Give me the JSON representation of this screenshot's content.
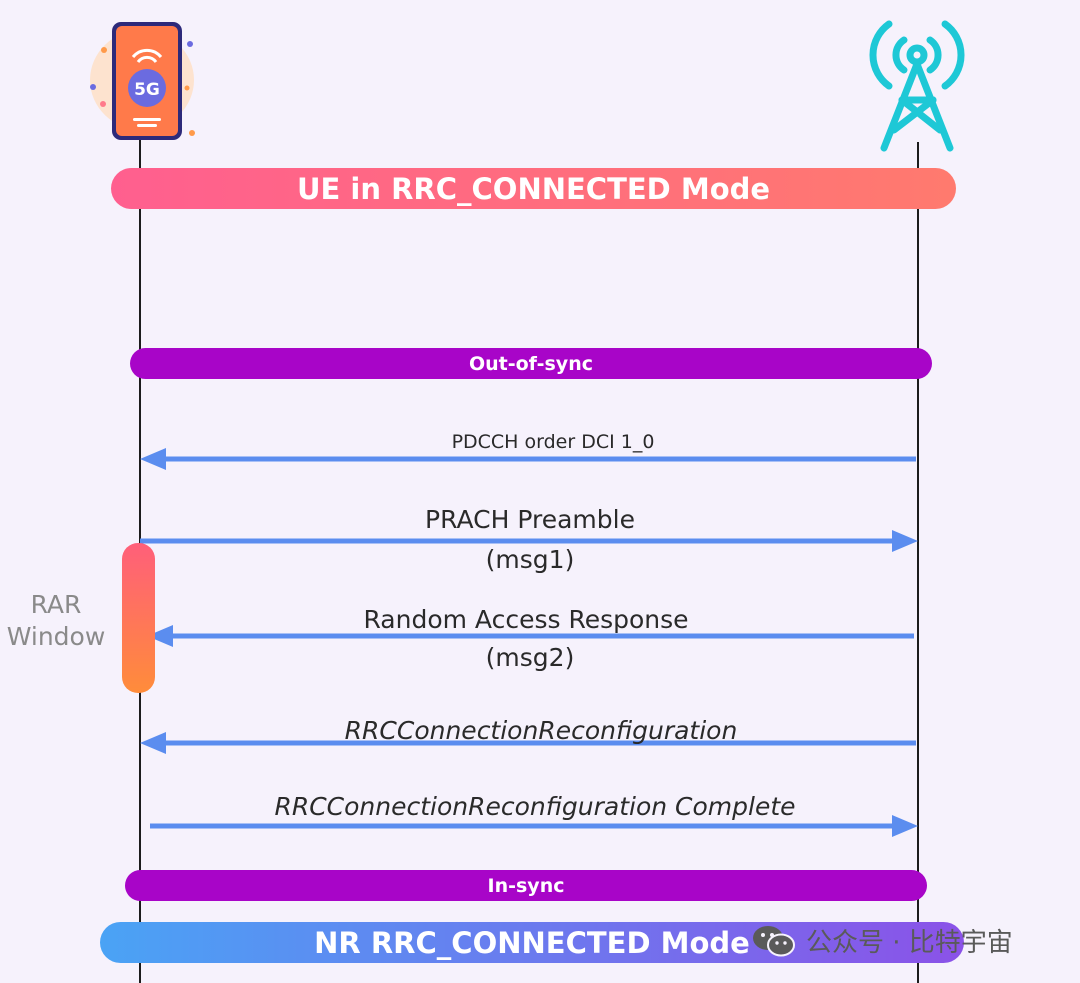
{
  "ue": {
    "icon": "smartphone-5g-icon",
    "badge": "5G"
  },
  "gnb": {
    "icon": "cell-tower-icon"
  },
  "bands": {
    "top": "UE in RRC_CONNECTED Mode",
    "out_of_sync": "Out-of-sync",
    "in_sync": "In-sync",
    "bottom": "NR RRC_CONNECTED Mode"
  },
  "messages": {
    "pdcch": "PDCCH order DCI 1_0",
    "prach": "PRACH Preamble",
    "prach_sub": "(msg1)",
    "rar": "Random Access Response",
    "rar_sub": "(msg2)",
    "reconfig": "RRCConnectionReconfiguration",
    "reconfig_complete": "RRCConnectionReconfiguration Complete"
  },
  "rar_window": {
    "line1": "RAR",
    "line2": "Window"
  },
  "watermark": {
    "icon": "wechat-icon",
    "text": "公众号 · 比特宇宙"
  },
  "colors": {
    "arrow": "#5b8def",
    "top_band_start": "#ff5f8f",
    "top_band_end": "#ff7a6e",
    "sync_band": "#a805c8",
    "bottom_band_start": "#4aa3f5",
    "bottom_band_end": "#8b52e8",
    "rar_start": "#ff5f7a",
    "rar_end": "#ff8c3a",
    "tower": "#1ec8d6"
  }
}
